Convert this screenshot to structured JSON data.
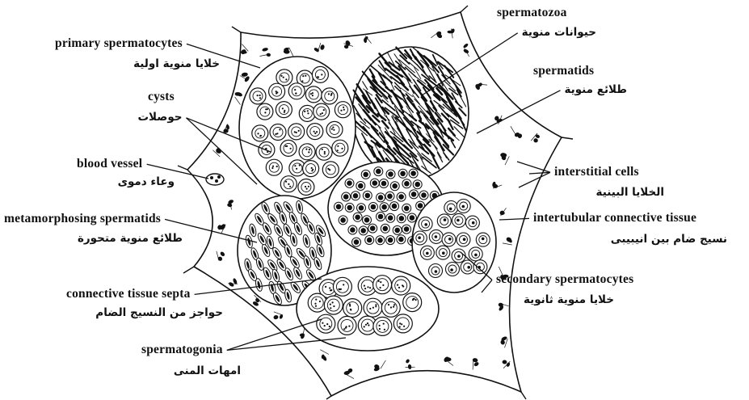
{
  "labels": {
    "primary_spermatocytes": {
      "en": "primary spermatocytes",
      "ar": "خلايا منوية اولية"
    },
    "spermatozoa": {
      "en": "spermatozoa",
      "ar": "حيوانات منوية"
    },
    "spermatids": {
      "en": "spermatids",
      "ar": "طلائع منوية"
    },
    "cysts": {
      "en": "cysts",
      "ar": "حوصلات"
    },
    "blood_vessel": {
      "en": "blood vessel",
      "ar": "وعاء دموى"
    },
    "interstitial_cells": {
      "en": "interstitial cells",
      "ar": "الخلايا البينية"
    },
    "metamorphosing_spermatids": {
      "en": "metamorphosing spermatids",
      "ar": "طلائع منوية متحورة"
    },
    "intertubular_connective_tissue": {
      "en": "intertubular connective tissue",
      "ar": "نسيج ضام بين انيبيبى"
    },
    "secondary_spermatocytes": {
      "en": "secondary spermatocytes",
      "ar": "خلايا منوية ثانوية"
    },
    "connective_tissue_septa": {
      "en": "connective tissue septa",
      "ar": "حواجز من النسيج الضام"
    },
    "spermatogonia": {
      "en": "spermatogonia",
      "ar": "امهات المنى"
    }
  },
  "colors": {
    "ink": "#111111",
    "background": "#ffffff"
  }
}
